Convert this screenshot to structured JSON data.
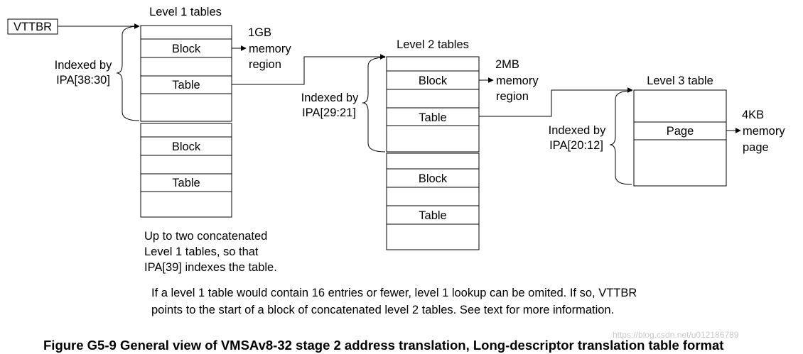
{
  "vttbr": "VTTBR",
  "level1": {
    "title": "Level 1 tables",
    "rows": [
      "Block",
      "Table",
      "Block",
      "Table"
    ],
    "index": [
      "Indexed by",
      "IPA[38:30]"
    ],
    "target": [
      "1GB",
      "memory",
      "region"
    ],
    "note": [
      "Up to two concatenated",
      "Level 1 tables, so that",
      "IPA[39] indexes the table."
    ]
  },
  "level2": {
    "title": "Level 2 tables",
    "rows": [
      "Block",
      "Table",
      "Block",
      "Table"
    ],
    "index": [
      "Indexed by",
      "IPA[29:21]"
    ],
    "target": [
      "2MB",
      "memory",
      "region"
    ]
  },
  "level3": {
    "title": "Level 3 table",
    "rows": [
      "Page"
    ],
    "index": [
      "Indexed by",
      "IPA[20:12]"
    ],
    "target": [
      "4KB",
      "memory",
      "page"
    ]
  },
  "footnote": [
    "If a level 1 table would contain 16 entries or fewer, level 1 lookup can be omited. If so, VTTBR",
    "points to the start of a block of concatenated level 2 tables. See text for more information."
  ],
  "caption": "Figure G5-9 General view of VMSAv8-32 stage 2 address translation, Long-descriptor translation table format",
  "watermark": "https://blog.csdn.net/u012186789"
}
